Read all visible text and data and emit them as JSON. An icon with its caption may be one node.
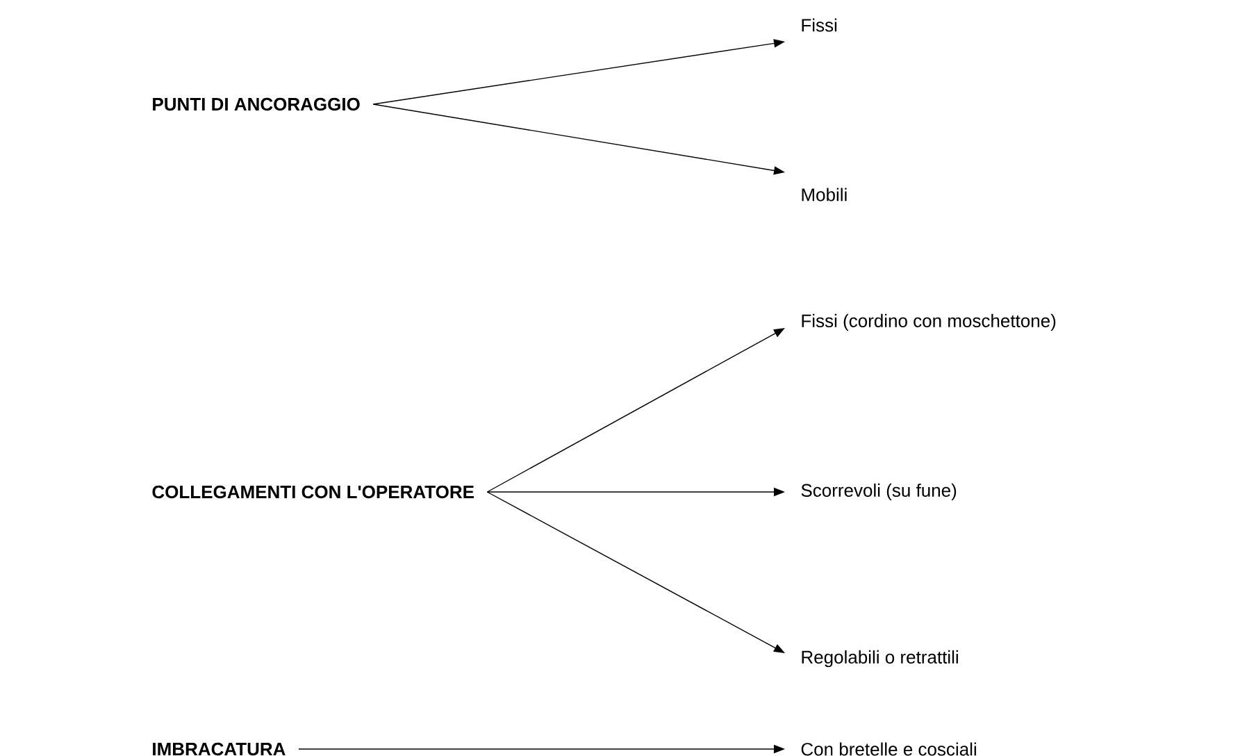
{
  "diagram": {
    "nodes": [
      {
        "text": [
          "PUNTI DI ANCORAGGIO"
        ]
      },
      {
        "text": [
          "Fissi"
        ]
      },
      {
        "text": [
          "Mobili"
        ]
      },
      {
        "text": [
          "COLLEGAMENTI CON L'OPERATORE"
        ]
      },
      {
        "text": [
          "Fissi (cordino con moschettone)"
        ]
      },
      {
        "text": [
          "Scorrevoli (su fune)"
        ]
      },
      {
        "text": [
          "Regolabili o retrattili"
        ]
      },
      {
        "text": [
          "IMBRACATURA"
        ]
      },
      {
        "text": [
          "Con bretelle e cosciali"
        ]
      }
    ],
    "edges": [
      {
        "from": 0,
        "to": 1,
        "arrow": "to"
      },
      {
        "from": 0,
        "to": 2,
        "arrow": "to"
      },
      {
        "from": 3,
        "to": 4,
        "arrow": "to"
      },
      {
        "from": 3,
        "to": 5,
        "arrow": "to"
      },
      {
        "from": 3,
        "to": 6,
        "arrow": "to"
      },
      {
        "from": 7,
        "to": 8,
        "arrow": "to"
      }
    ]
  }
}
